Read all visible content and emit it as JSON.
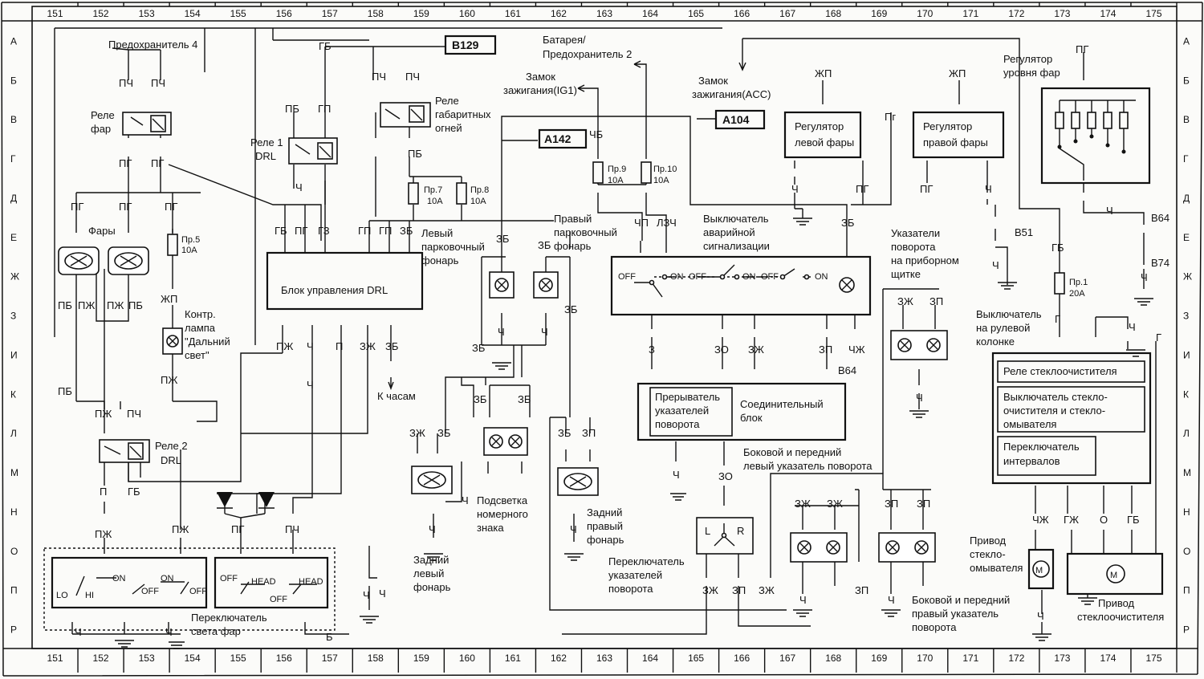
{
  "frame": {
    "columns": [
      "151",
      "152",
      "153",
      "154",
      "155",
      "156",
      "157",
      "158",
      "159",
      "160",
      "161",
      "162",
      "163",
      "164",
      "165",
      "166",
      "167",
      "168",
      "169",
      "170",
      "171",
      "172",
      "173",
      "174",
      "175"
    ],
    "rows": [
      "А",
      "Б",
      "В",
      "Г",
      "Д",
      "Е",
      "Ж",
      "З",
      "И",
      "К",
      "Л",
      "М",
      "Н",
      "О",
      "П",
      "Р"
    ]
  },
  "boxes": {
    "drl_unit": "Блок управления DRL",
    "left_headlamp_reg_1": "Регулятор",
    "left_headlamp_reg_2": "левой фары",
    "right_headlamp_reg_1": "Регулятор",
    "right_headlamp_reg_2": "правой фары",
    "turn_interrupter_1": "Прерыватель",
    "turn_interrupter_2": "указателей",
    "turn_interrupter_3": "поворота",
    "junction_block_1": "Соединительный",
    "junction_block_2": "блок",
    "wiper_relay": "Реле стеклоочистителя",
    "wiper_switch_1": "Выключатель стекло-",
    "wiper_switch_2": "очистителя и стекло-",
    "wiper_switch_3": "омывателя",
    "interval_switch_1": "Переключатель",
    "interval_switch_2": "интервалов"
  },
  "tags": {
    "b129": "B129",
    "a142": "A142",
    "a104": "A104",
    "b64_1": "B64",
    "b64_2": "B64",
    "b74": "B74",
    "b51": "B51"
  },
  "labels": {
    "fuse4": "Предохранитель 4",
    "battery_1": "Батарея/",
    "battery_2": "Предохранитель 2",
    "ign_ig1_1": "Замок",
    "ign_ig1_2": "зажигания(IG1)",
    "ign_acc_1": "Замок",
    "ign_acc_2": "зажигания(ACC)",
    "leveler_1": "Регулятор",
    "leveler_2": "уровня фар",
    "relay_headlamp_1": "Реле",
    "relay_headlamp_2": "фар",
    "relay1_drl_1": "Реле 1",
    "relay1_drl_2": "DRL",
    "relay_parking_1": "Реле",
    "relay_parking_2": "габаритных",
    "relay_parking_3": "огней",
    "headlamps": "Фары",
    "fuse5_1": "Пр.5",
    "fuse5_2": "10А",
    "fuse7_1": "Пр.7",
    "fuse7_2": "10А",
    "fuse8_1": "Пр.8",
    "fuse8_2": "10А",
    "fuse9_1": "Пр.9",
    "fuse9_2": "10А",
    "fuse10_1": "Пр.10",
    "fuse10_2": "10А",
    "fuse1_1": "Пр.1",
    "fuse1_2": "20А",
    "left_park_1": "Левый",
    "left_park_2": "парковочный",
    "left_park_3": "фонарь",
    "right_park_1": "Правый",
    "right_park_2": "парковочный",
    "right_park_3": "фонарь",
    "hazard_1": "Выключатель",
    "hazard_2": "аварийной",
    "hazard_3": "сигнализации",
    "cluster_turn_1": "Указатели",
    "cluster_turn_2": "поворота",
    "cluster_turn_3": "на приборном",
    "cluster_turn_4": "щитке",
    "column_switch_1": "Выключатель",
    "column_switch_2": "на рулевой",
    "column_switch_3": "колонке",
    "highbeam_lamp_1": "Контр.",
    "highbeam_lamp_2": "лампа",
    "highbeam_lamp_3": "\"Дальний",
    "highbeam_lamp_4": "свет\"",
    "to_clock": "К часам",
    "relay2_drl_1": "Реле 2",
    "relay2_drl_2": "DRL",
    "plate_light_1": "Подсветка",
    "plate_light_2": "номерного",
    "plate_light_3": "знака",
    "rear_left_1": "Задний",
    "rear_left_2": "левый",
    "rear_left_3": "фонарь",
    "rear_right_1": "Задний",
    "rear_right_2": "правый",
    "rear_right_3": "фонарь",
    "left_turn_1": "Боковой и передний",
    "left_turn_2": "левый указатель поворота",
    "turn_switch_1": "Переключатель",
    "turn_switch_2": "указателей",
    "turn_switch_3": "поворота",
    "right_turn_1": "Боковой и передний",
    "right_turn_2": "правый указатель",
    "right_turn_3": "поворота",
    "washer_motor_1": "Привод",
    "washer_motor_2": "стекло-",
    "washer_motor_3": "омывателя",
    "wiper_motor_1": "Привод",
    "wiper_motor_2": "стеклоочистителя",
    "headlamp_switch_1": "Переключатель",
    "headlamp_switch_2": "света фар"
  },
  "switch_marks": {
    "off": "OFF",
    "on": "ON",
    "lo": "LO",
    "hi": "HI",
    "head": "HEAD",
    "l": "L",
    "r": "R"
  },
  "wires": {
    "pch": "ПЧ",
    "pg": "ПГ",
    "pb": "ПБ",
    "pzh": "ПЖ",
    "zhp": "ЖП",
    "gb": "ГБ",
    "gp": "ГП",
    "gz": "ГЗ",
    "zb": "ЗБ",
    "zzh": "ЗЖ",
    "zp": "ЗП",
    "zo": "ЗО",
    "z": "З",
    "ch": "Ч",
    "chb": "ЧБ",
    "chp": "ЧП",
    "lzch": "ЛЗЧ",
    "chzh": "ЧЖ",
    "gzh": "ГЖ",
    "o": "О",
    "p": "П",
    "g": "Г",
    "pg_low": "Пг",
    "b": "Б"
  }
}
